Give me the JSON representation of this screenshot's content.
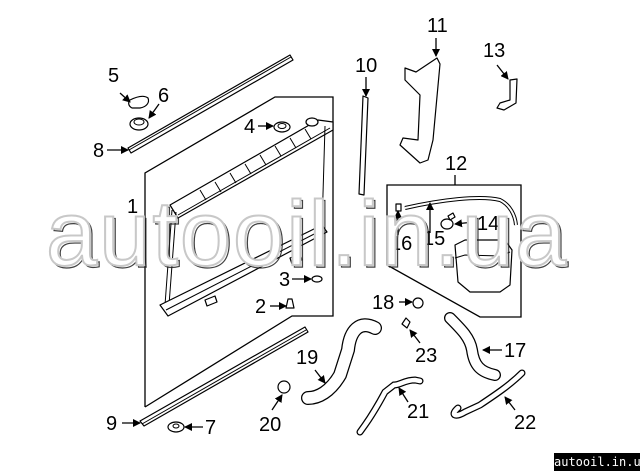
{
  "diagram": {
    "title": "Radiator & cooling components exploded parts diagram",
    "callouts": [
      {
        "id": "1",
        "label": "1"
      },
      {
        "id": "2",
        "label": "2"
      },
      {
        "id": "3",
        "label": "3"
      },
      {
        "id": "4",
        "label": "4"
      },
      {
        "id": "5",
        "label": "5"
      },
      {
        "id": "6",
        "label": "6"
      },
      {
        "id": "7",
        "label": "7"
      },
      {
        "id": "8",
        "label": "8"
      },
      {
        "id": "9",
        "label": "9"
      },
      {
        "id": "10",
        "label": "10"
      },
      {
        "id": "11",
        "label": "11"
      },
      {
        "id": "12",
        "label": "12"
      },
      {
        "id": "13",
        "label": "13"
      },
      {
        "id": "14",
        "label": "14"
      },
      {
        "id": "15",
        "label": "15"
      },
      {
        "id": "16",
        "label": "16"
      },
      {
        "id": "17",
        "label": "17"
      },
      {
        "id": "18",
        "label": "18"
      },
      {
        "id": "19",
        "label": "19"
      },
      {
        "id": "20",
        "label": "20"
      },
      {
        "id": "21",
        "label": "21"
      },
      {
        "id": "22",
        "label": "22"
      },
      {
        "id": "23",
        "label": "23"
      }
    ]
  },
  "watermark": {
    "text": "autooil.in.ua",
    "badge_text": "autooil.in.ua"
  },
  "colors": {
    "background": "#ffffff",
    "line": "#000000",
    "badge_bg": "#000000",
    "badge_text": "#ffffff"
  }
}
